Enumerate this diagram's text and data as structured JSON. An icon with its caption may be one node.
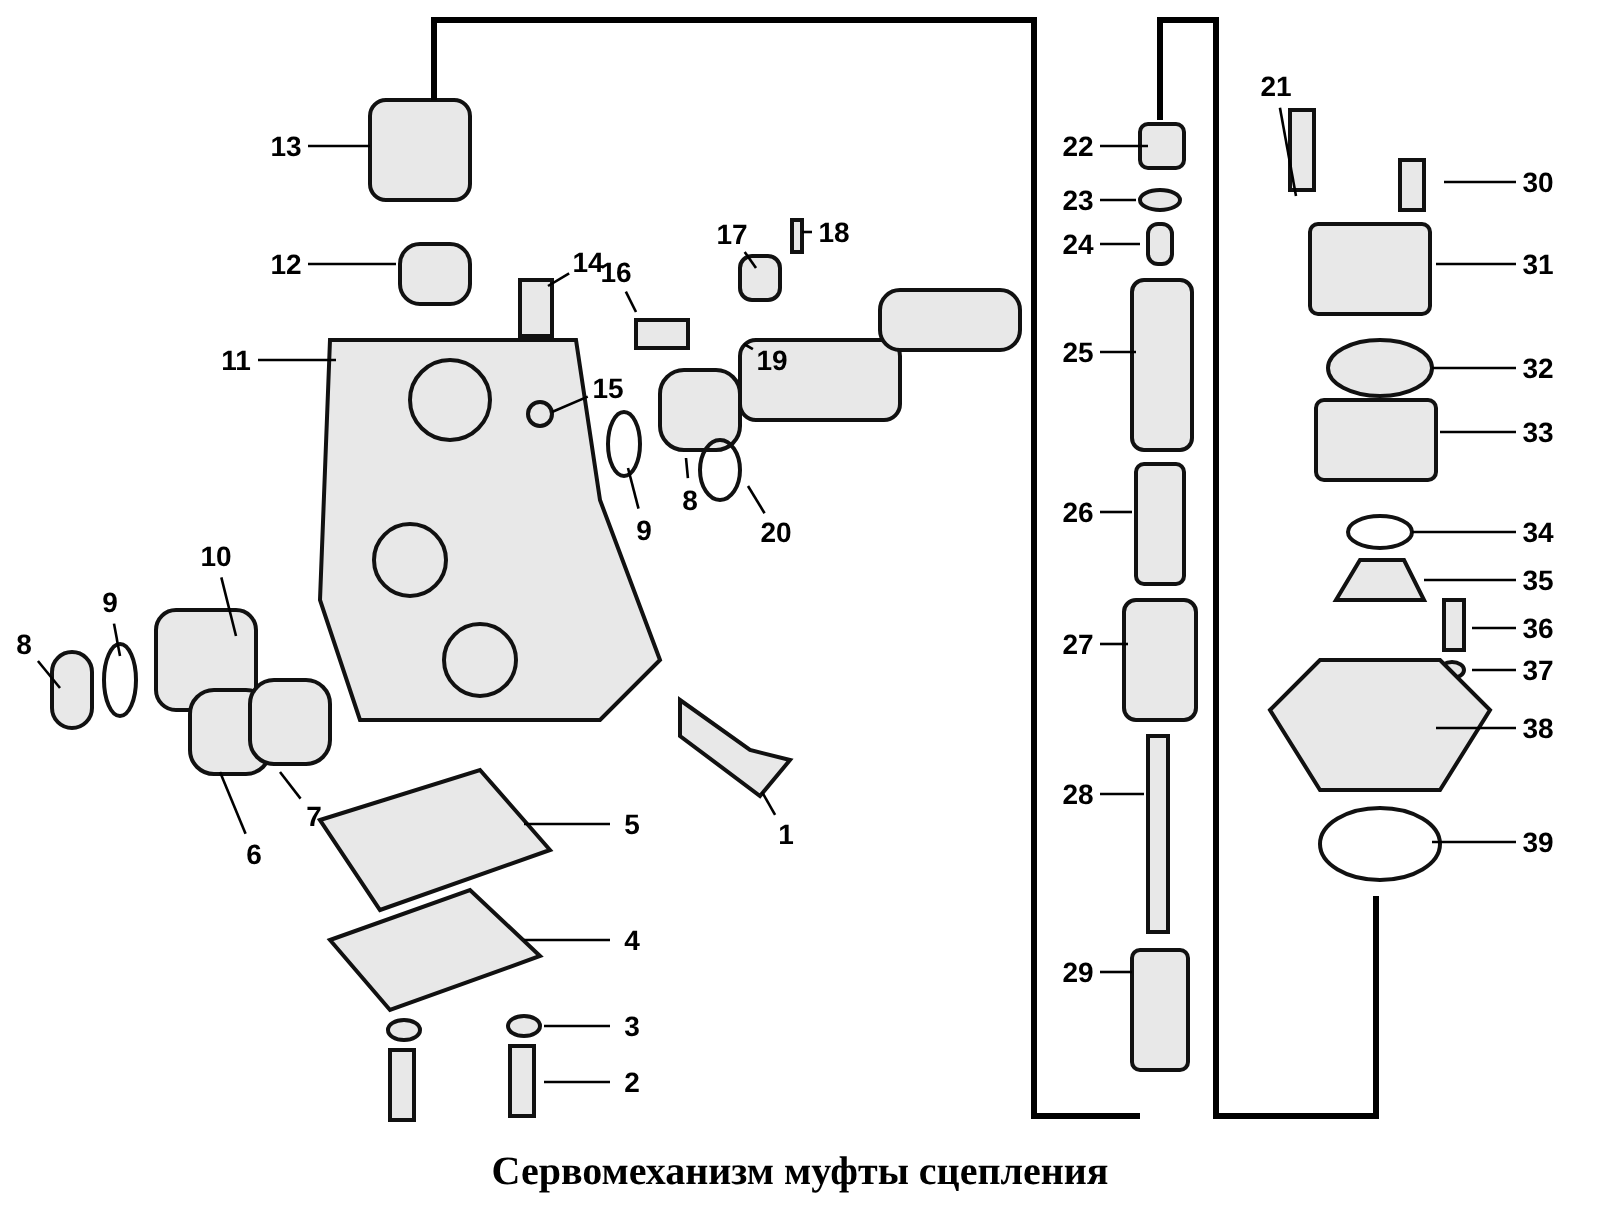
{
  "diagram": {
    "caption": "Сервомеханизм муфты сцепления",
    "nodes": [
      {
        "text": [
          "13"
        ]
      },
      {
        "text": [
          "12"
        ]
      },
      {
        "text": [
          "14"
        ]
      },
      {
        "text": [
          "16"
        ]
      },
      {
        "text": [
          "17"
        ]
      },
      {
        "text": [
          "18"
        ]
      },
      {
        "text": [
          "11"
        ]
      },
      {
        "text": [
          "19"
        ]
      },
      {
        "text": [
          "15"
        ]
      },
      {
        "text": [
          "8"
        ]
      },
      {
        "text": [
          "9"
        ]
      },
      {
        "text": [
          "20"
        ]
      },
      {
        "text": [
          "10"
        ]
      },
      {
        "text": [
          "9"
        ]
      },
      {
        "text": [
          "8"
        ]
      },
      {
        "text": [
          "7"
        ]
      },
      {
        "text": [
          "6"
        ]
      },
      {
        "text": [
          "5"
        ]
      },
      {
        "text": [
          "1"
        ]
      },
      {
        "text": [
          "4"
        ]
      },
      {
        "text": [
          "3"
        ]
      },
      {
        "text": [
          "2"
        ]
      },
      {
        "text": [
          "22"
        ]
      },
      {
        "text": [
          "23"
        ]
      },
      {
        "text": [
          "24"
        ]
      },
      {
        "text": [
          "25"
        ]
      },
      {
        "text": [
          "26"
        ]
      },
      {
        "text": [
          "27"
        ]
      },
      {
        "text": [
          "28"
        ]
      },
      {
        "text": [
          "29"
        ]
      },
      {
        "text": [
          "21"
        ]
      },
      {
        "text": [
          "30"
        ]
      },
      {
        "text": [
          "31"
        ]
      },
      {
        "text": [
          "32"
        ]
      },
      {
        "text": [
          "33"
        ]
      },
      {
        "text": [
          "34"
        ]
      },
      {
        "text": [
          "35"
        ]
      },
      {
        "text": [
          "36"
        ]
      },
      {
        "text": [
          "37"
        ]
      },
      {
        "text": [
          "38"
        ]
      },
      {
        "text": [
          "39"
        ]
      }
    ],
    "edges": [
      {
        "from": 0,
        "to": null,
        "arrow": "none"
      },
      {
        "from": 1,
        "to": null,
        "arrow": "none"
      },
      {
        "from": 2,
        "to": null,
        "arrow": "none"
      },
      {
        "from": 3,
        "to": null,
        "arrow": "none"
      },
      {
        "from": 4,
        "to": null,
        "arrow": "none"
      },
      {
        "from": 5,
        "to": null,
        "arrow": "none"
      },
      {
        "from": 6,
        "to": null,
        "arrow": "none"
      },
      {
        "from": 7,
        "to": null,
        "arrow": "none"
      },
      {
        "from": 8,
        "to": null,
        "arrow": "none"
      },
      {
        "from": 9,
        "to": null,
        "arrow": "none"
      },
      {
        "from": 10,
        "to": null,
        "arrow": "none"
      },
      {
        "from": 11,
        "to": null,
        "arrow": "none"
      },
      {
        "from": 12,
        "to": null,
        "arrow": "none"
      },
      {
        "from": 13,
        "to": null,
        "arrow": "none"
      },
      {
        "from": 14,
        "to": null,
        "arrow": "none"
      },
      {
        "from": 15,
        "to": null,
        "arrow": "none"
      },
      {
        "from": 16,
        "to": null,
        "arrow": "none"
      },
      {
        "from": 17,
        "to": null,
        "arrow": "none"
      },
      {
        "from": 18,
        "to": null,
        "arrow": "none"
      },
      {
        "from": 19,
        "to": null,
        "arrow": "none"
      },
      {
        "from": 20,
        "to": null,
        "arrow": "none"
      },
      {
        "from": 21,
        "to": null,
        "arrow": "none"
      },
      {
        "from": 22,
        "to": null,
        "arrow": "none"
      },
      {
        "from": 23,
        "to": null,
        "arrow": "none"
      },
      {
        "from": 24,
        "to": null,
        "arrow": "none"
      },
      {
        "from": 25,
        "to": null,
        "arrow": "none"
      },
      {
        "from": 26,
        "to": null,
        "arrow": "none"
      },
      {
        "from": 27,
        "to": null,
        "arrow": "none"
      },
      {
        "from": 28,
        "to": null,
        "arrow": "none"
      },
      {
        "from": 29,
        "to": null,
        "arrow": "none"
      },
      {
        "from": 30,
        "to": null,
        "arrow": "none"
      },
      {
        "from": 31,
        "to": null,
        "arrow": "none"
      },
      {
        "from": 32,
        "to": null,
        "arrow": "none"
      },
      {
        "from": 33,
        "to": null,
        "arrow": "none"
      },
      {
        "from": 34,
        "to": null,
        "arrow": "none"
      },
      {
        "from": 35,
        "to": null,
        "arrow": "none"
      },
      {
        "from": 36,
        "to": null,
        "arrow": "none"
      },
      {
        "from": 37,
        "to": null,
        "arrow": "none"
      },
      {
        "from": 38,
        "to": null,
        "arrow": "none"
      },
      {
        "from": 39,
        "to": null,
        "arrow": "none"
      },
      {
        "from": 40,
        "to": null,
        "arrow": "none"
      }
    ]
  }
}
